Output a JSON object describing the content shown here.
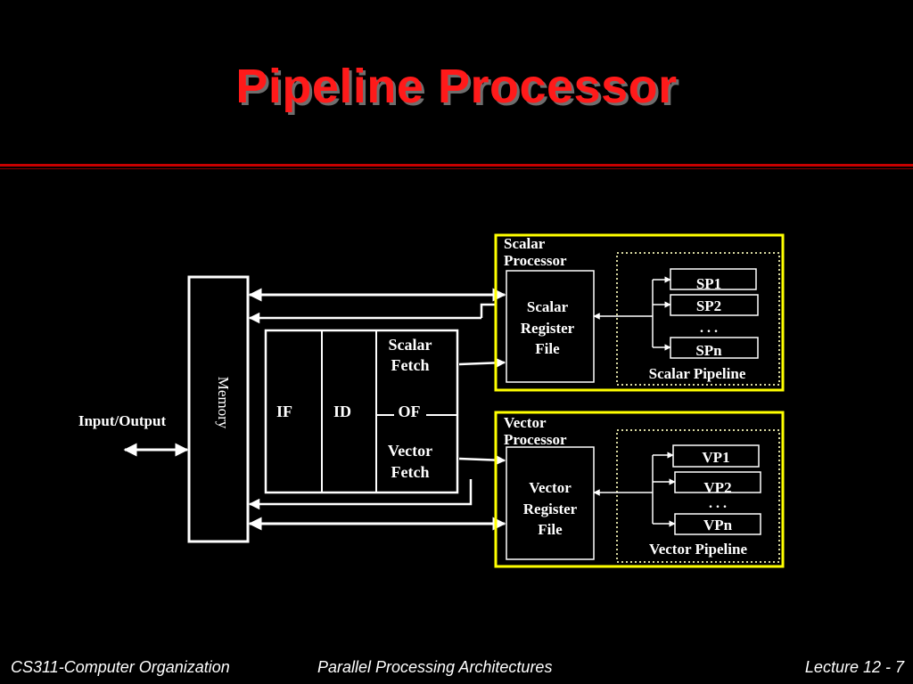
{
  "slide": {
    "title": "Pipeline Processor"
  },
  "diagram": {
    "memory_label": "Memory",
    "io_label": "Input/Output",
    "stages": {
      "if": "IF",
      "id": "ID",
      "of": "OF",
      "scalar_fetch": [
        "Scalar",
        "Fetch"
      ],
      "vector_fetch": [
        "Vector",
        "Fetch"
      ]
    },
    "scalar_processor": {
      "label": [
        "Scalar",
        "Processor"
      ],
      "register_file": [
        "Scalar",
        "Register",
        "File"
      ],
      "pipelines": [
        "SP1",
        "SP2",
        "SPn"
      ],
      "dots": ". . .",
      "pipeline_label": "Scalar Pipeline"
    },
    "vector_processor": {
      "label": [
        "Vector",
        "Processor"
      ],
      "register_file": [
        "Vector",
        "Register",
        "File"
      ],
      "pipelines": [
        "VP1",
        "VP2",
        "VPn"
      ],
      "dots": ". . .",
      "pipeline_label": "Vector Pipeline"
    },
    "colors": {
      "box_outline": "#ffff00",
      "stroke": "#ffffff",
      "title": "#ff1a1a"
    }
  },
  "footer": {
    "course": "CS311-Computer Organization",
    "topic": "Parallel Processing Architectures",
    "page": "Lecture 12 - 7"
  }
}
